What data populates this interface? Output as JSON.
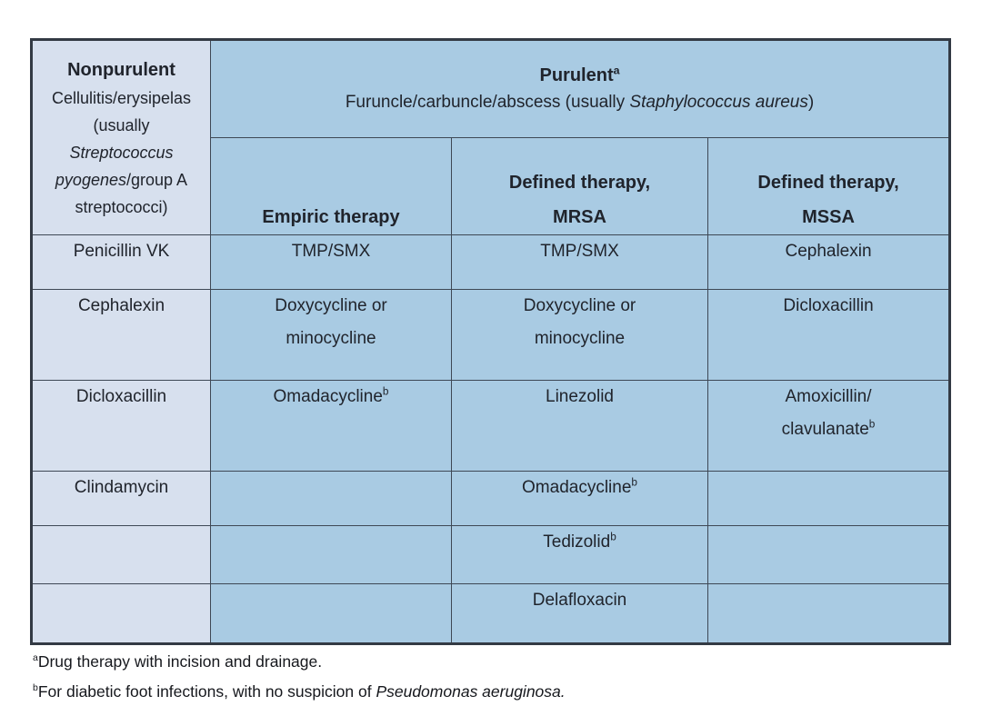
{
  "colors": {
    "page_bg": "#ffffff",
    "nonpurulent_col_bg": "#d7e0ee",
    "purulent_col_bg": "#a9cbe3",
    "border": "#3e4855",
    "text": "#20242c"
  },
  "table": {
    "nonpurulent": {
      "title": "Nonpurulent",
      "desc1": "Cellulitis/erysipelas (usually ",
      "desc_italic": "Streptococcus pyogenes",
      "desc2": "/group A streptococci)"
    },
    "purulent": {
      "title": "Purulent",
      "title_sup": "a",
      "subtitle1": "Furuncle/carbuncle/abscess (usually ",
      "subtitle_italic": "Staphylococcus aureus",
      "subtitle2": ")"
    },
    "subheaders": [
      {
        "l1": "Empiric therapy",
        "l2": ""
      },
      {
        "l1": "Defined therapy,",
        "l2": "MRSA"
      },
      {
        "l1": "Defined therapy,",
        "l2": "MSSA"
      }
    ],
    "rows": [
      [
        {
          "l1": "Penicillin VK"
        },
        {
          "l1": "TMP/SMX"
        },
        {
          "l1": "TMP/SMX"
        },
        {
          "l1": "Cephalexin"
        }
      ],
      [
        {
          "l1": "Cephalexin"
        },
        {
          "l1": "Doxycycline or",
          "l2": "minocycline"
        },
        {
          "l1": "Doxycycline or",
          "l2": "minocycline"
        },
        {
          "l1": "Dicloxacillin"
        }
      ],
      [
        {
          "l1": "Dicloxacillin"
        },
        {
          "l1": "Omadacycline",
          "sup1": "b"
        },
        {
          "l1": "Linezolid"
        },
        {
          "l1": "Amoxicillin/",
          "l2": "clavulanate",
          "sup2": "b"
        }
      ],
      [
        {
          "l1": "Clindamycin"
        },
        {},
        {
          "l1": "Omadacycline",
          "sup1": "b"
        },
        {}
      ],
      [
        {},
        {},
        {
          "l1": "Tedizolid",
          "sup1": "b"
        },
        {}
      ],
      [
        {},
        {},
        {
          "l1": "Delafloxacin"
        },
        {}
      ]
    ]
  },
  "footnotes": [
    {
      "sup": "a",
      "text": "Drug therapy with incision and drainage.",
      "italic": ""
    },
    {
      "sup": "b",
      "text": "For diabetic foot infections, with no suspicion of ",
      "italic": "Pseudomonas aeruginosa."
    }
  ]
}
